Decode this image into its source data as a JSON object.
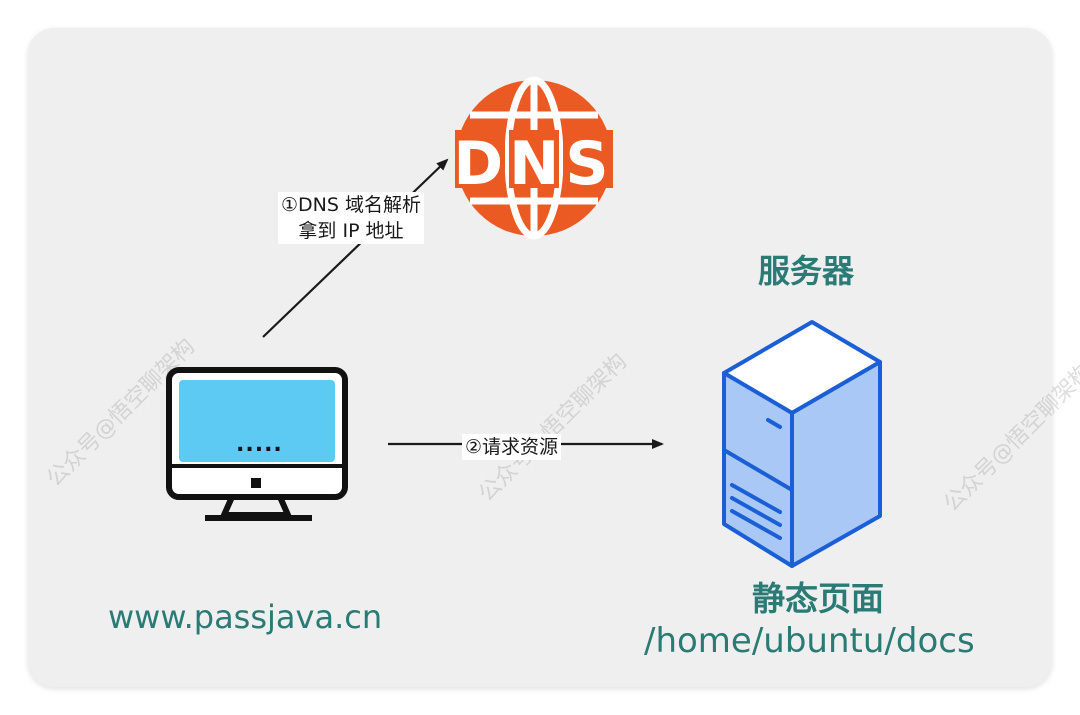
{
  "dns_logo": {
    "text": "DNS",
    "color": "#ec5a24"
  },
  "dns_step": {
    "line1": "①DNS 域名解析",
    "line2": "拿到 IP 地址"
  },
  "request_step": {
    "label": "②请求资源"
  },
  "client": {
    "screen_text": ".....",
    "domain": "www.passjava.cn"
  },
  "server": {
    "title": "服务器",
    "page_label": "静态页面",
    "docs_path": "/home/ubuntu/docs"
  },
  "watermark": {
    "text": "公众号@悟空聊架构"
  },
  "colors": {
    "teal": "#2a7a75",
    "server_blue": "#1a5fd6",
    "server_fill": "#a9c8f5",
    "screen_blue": "#5ccaf2"
  }
}
